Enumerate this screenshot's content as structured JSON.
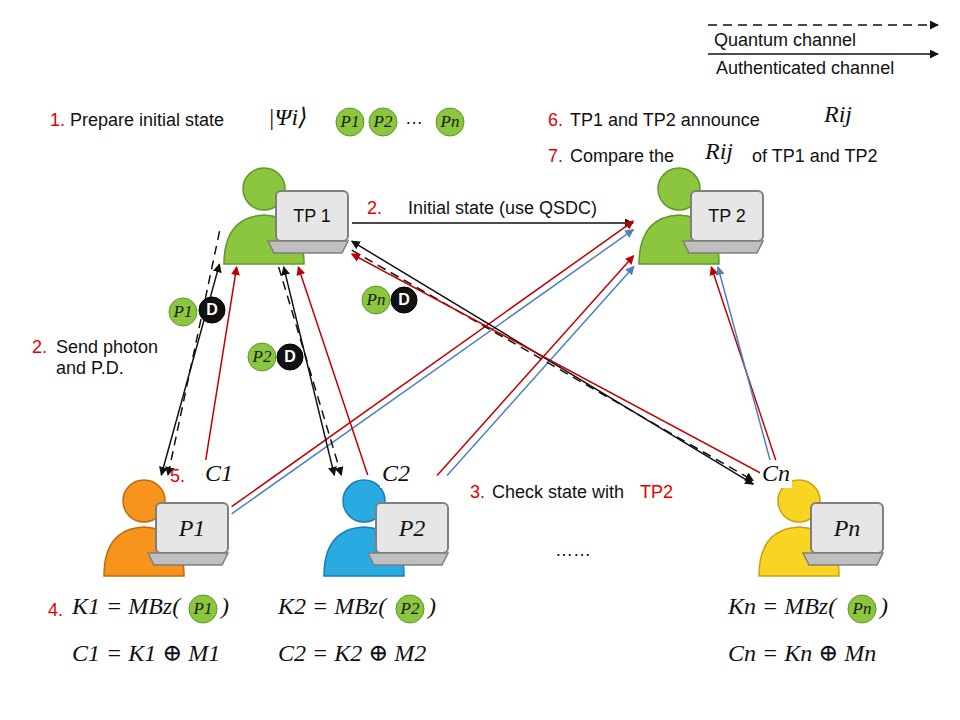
{
  "diagram": {
    "nodes": [
      {
        "text": [
          "P1"
        ]
      },
      {
        "text": [
          "P2"
        ]
      },
      {
        "text": [
          "Pn"
        ]
      },
      {
        "text": [
          "TP 1"
        ]
      },
      {
        "text": [
          "TP 2"
        ]
      },
      {
        "text": [
          "P1"
        ]
      },
      {
        "text": [
          "D"
        ]
      },
      {
        "text": [
          "P2"
        ]
      },
      {
        "text": [
          "D"
        ]
      },
      {
        "text": [
          "Pn"
        ]
      },
      {
        "text": [
          "D"
        ]
      },
      {
        "text": [
          "P1"
        ]
      },
      {
        "text": [
          "P2"
        ]
      },
      {
        "text": [
          "Pn"
        ]
      },
      {
        "text": [
          "P1"
        ]
      },
      {
        "text": [
          "P2"
        ]
      },
      {
        "text": [
          "Pn"
        ]
      }
    ],
    "edges": [
      {
        "from": 3,
        "to": 4,
        "label": "Initial state (use QSDC)",
        "arrow": "to"
      },
      {
        "from": 3,
        "to": 11,
        "arrow": "to"
      },
      {
        "from": 3,
        "to": 11,
        "arrow": "both"
      },
      {
        "from": 11,
        "to": 3,
        "arrow": "to"
      },
      {
        "from": 11,
        "to": 4,
        "arrow": "to"
      },
      {
        "from": 11,
        "to": 4,
        "arrow": "to"
      },
      {
        "from": 3,
        "to": 12,
        "arrow": "to"
      },
      {
        "from": 3,
        "to": 12,
        "arrow": "both"
      },
      {
        "from": 12,
        "to": 3,
        "arrow": "to"
      },
      {
        "from": 12,
        "to": 4,
        "arrow": "to"
      },
      {
        "from": 12,
        "to": 4,
        "arrow": "to"
      },
      {
        "from": 3,
        "to": 13,
        "arrow": "to"
      },
      {
        "from": 3,
        "to": 13,
        "arrow": "both"
      },
      {
        "from": 13,
        "to": 3,
        "arrow": "to"
      },
      {
        "from": 13,
        "to": 4,
        "arrow": "to"
      },
      {
        "from": 13,
        "to": 4,
        "arrow": "to"
      }
    ],
    "labels": [
      "1.",
      "Prepare initial state",
      "|Ψi⟩",
      "…",
      "6.",
      "TP1 and TP2 announce",
      "Rij",
      "7.",
      "Compare the",
      "Rij",
      "of TP1 and TP2",
      "2.",
      "2.",
      "Send photon and P.D.",
      "5.",
      "C1",
      "C2",
      "Cn",
      "3.",
      "Check state with",
      "TP2",
      "……",
      "4.",
      "K1 = MBz(",
      ")",
      "C1 = K1 ⊕ M1",
      "K2 = MBz(",
      ")",
      "C2 = K2 ⊕ M2",
      "Kn = MBz(",
      ")",
      "Cn = Kn ⊕ Mn"
    ],
    "legend": [
      {
        "text": "Quantum channel"
      },
      {
        "text": "Authenticated channel"
      }
    ]
  }
}
